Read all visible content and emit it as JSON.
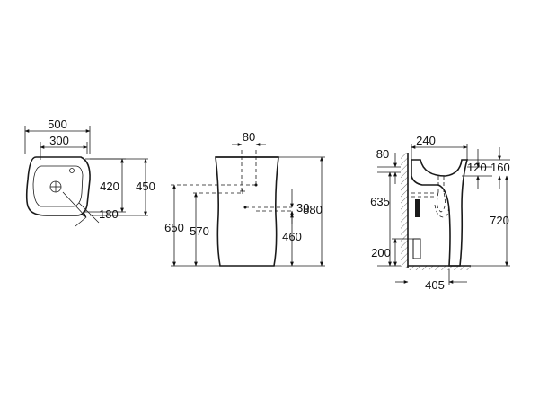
{
  "top_view": {
    "width_overall": "500",
    "width_inner": "300",
    "depth_inner": "420",
    "depth_overall": "450",
    "tap_offset": "180"
  },
  "front_view": {
    "waste_spacing": "80",
    "height_overall": "880",
    "supply_height_1": "650",
    "supply_height_2": "570",
    "waste_height": "460",
    "offset_small": "30"
  },
  "side_view": {
    "depth": "240",
    "wall_gap": "80",
    "rim_thickness_1": "120",
    "rim_thickness_2": "160",
    "waste_height": "635",
    "rim_height": "720",
    "floor_connection": "200",
    "pedestal_depth": "405"
  }
}
